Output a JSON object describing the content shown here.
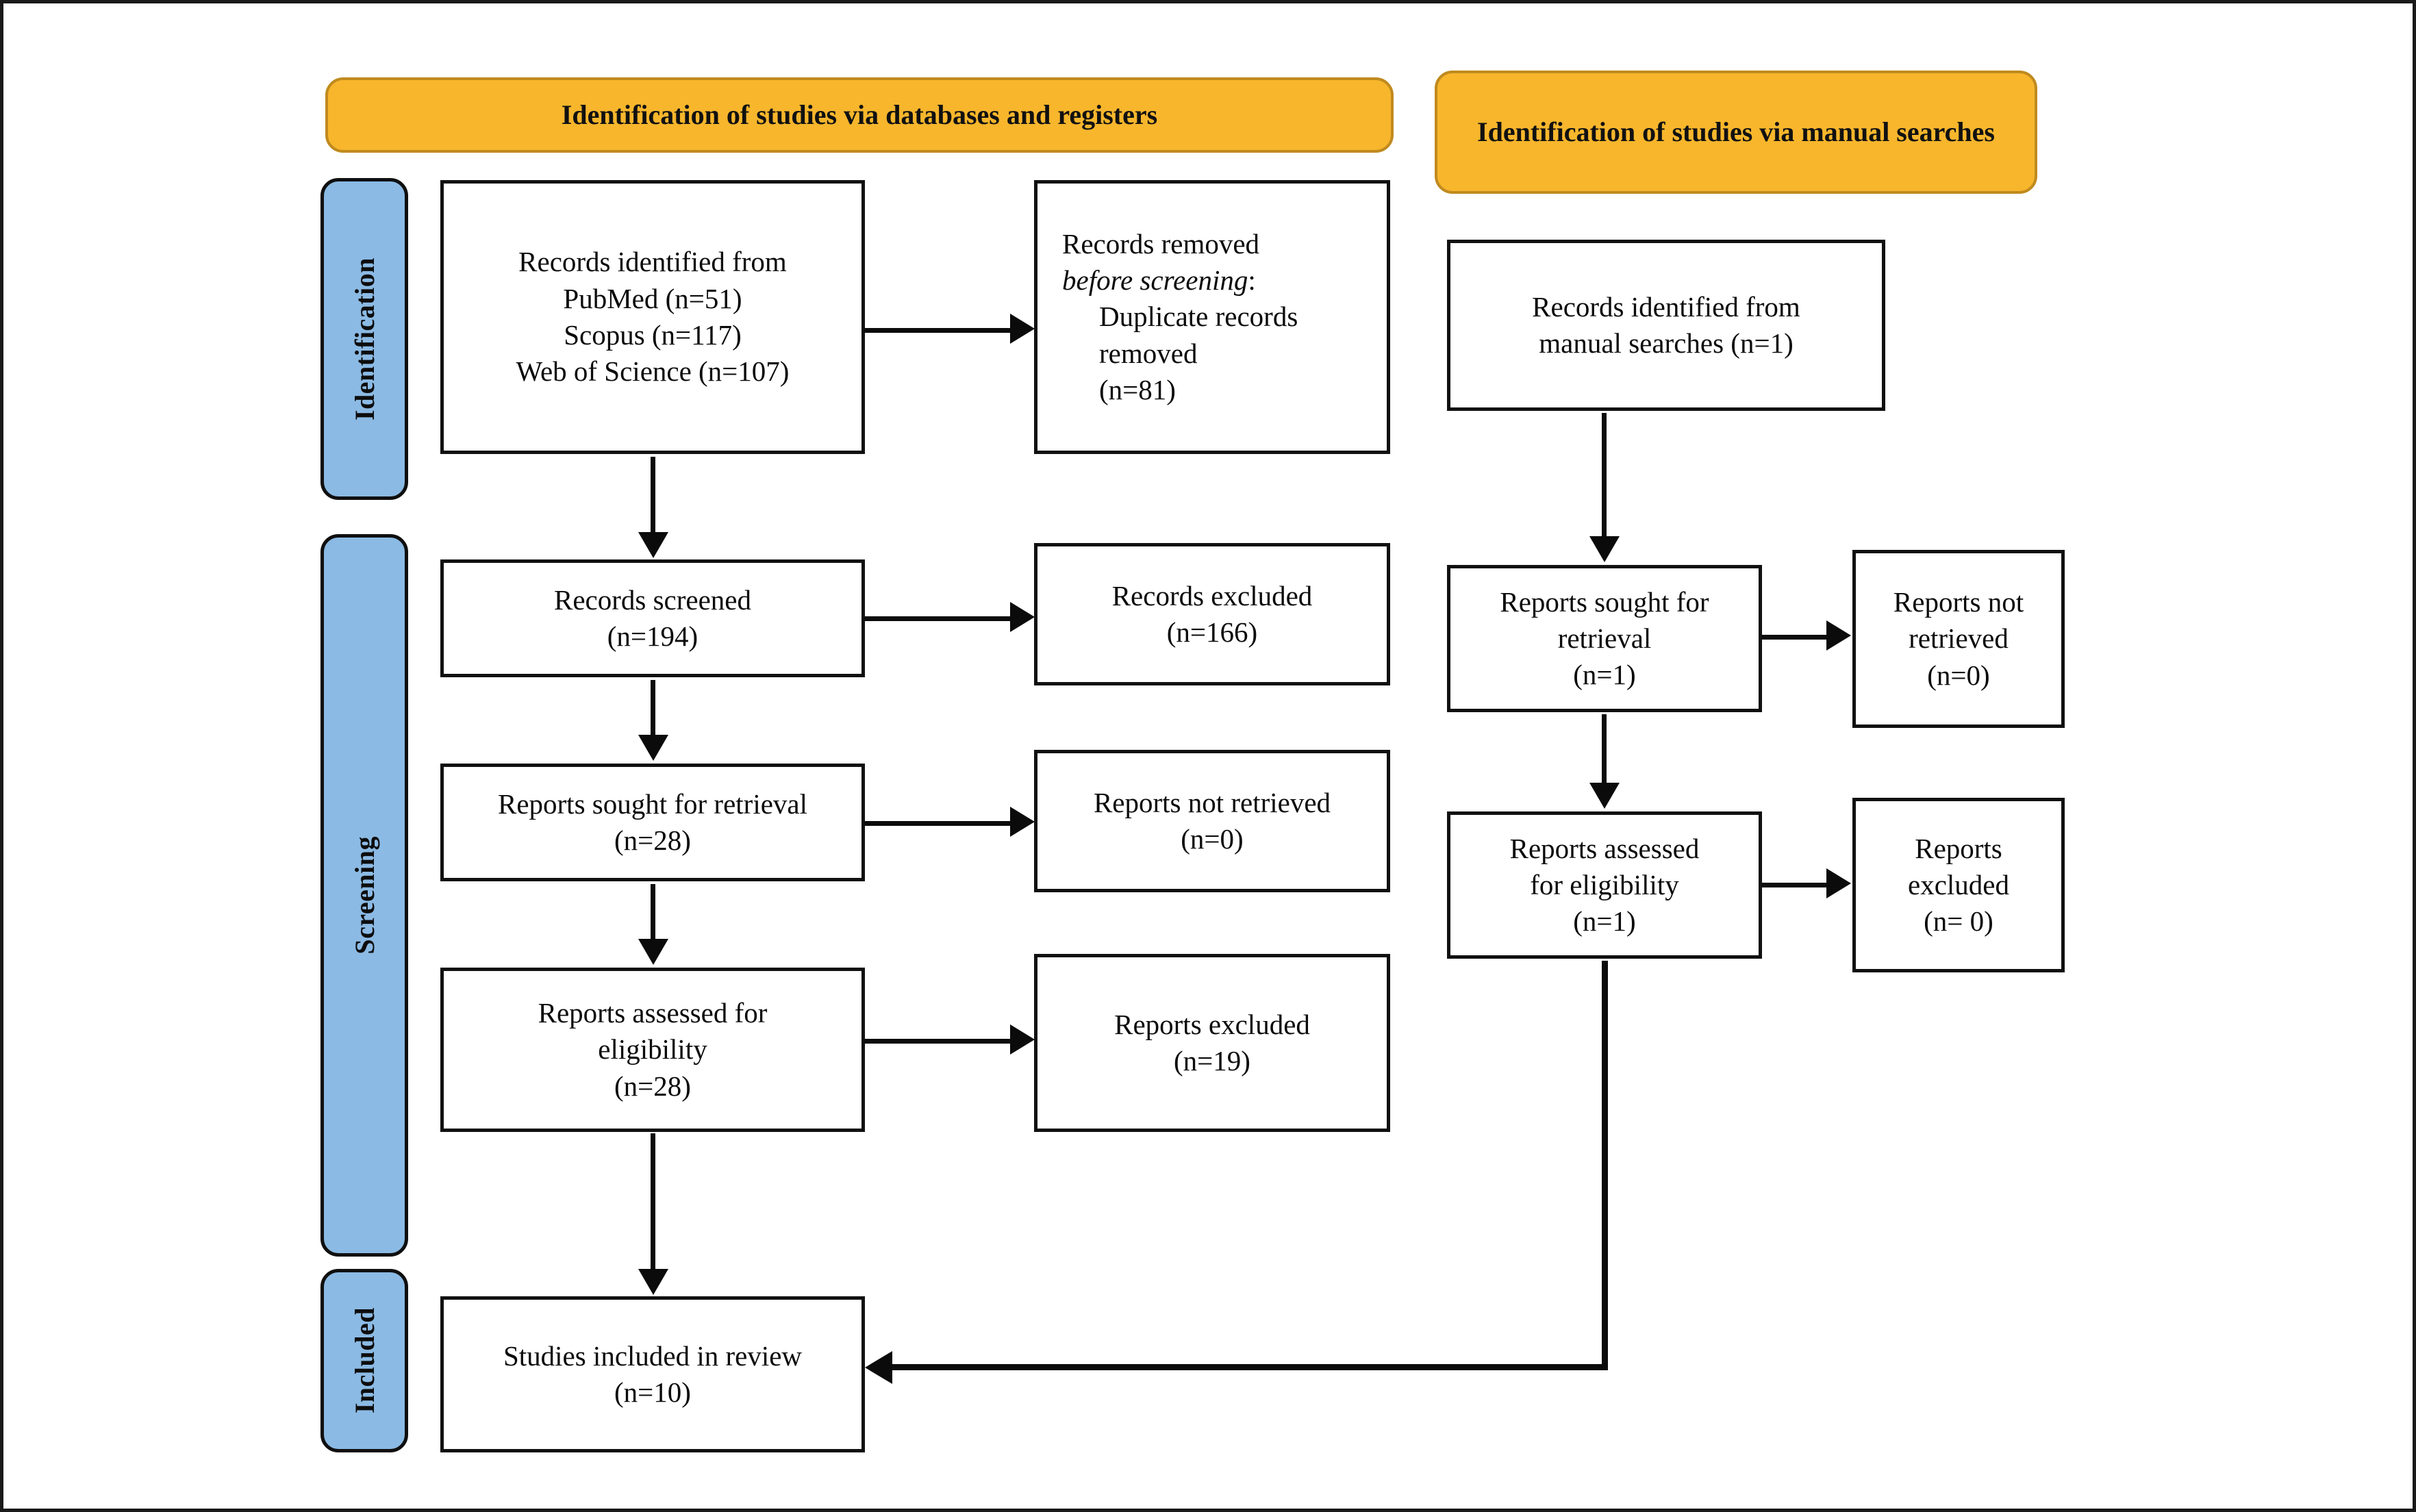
{
  "figure": {
    "type": "PRISMA flow diagram"
  },
  "banners": {
    "databases": "Identification of studies via databases and registers",
    "manual": "Identification of studies via manual searches"
  },
  "phases": {
    "identification": "Identification",
    "screening": "Screening",
    "included": "Included"
  },
  "left_column": {
    "identified": {
      "line1": "Records identified from",
      "line2": "PubMed (n=51)",
      "line3": "Scopus (n=117)",
      "line4": "Web of Science (n=107)"
    },
    "removed": {
      "line1": "Records removed",
      "line2_italic": "before screening",
      "line2_tail": ":",
      "line3": "Duplicate records",
      "line4": "removed",
      "line5": "(n=81)"
    },
    "screened": {
      "line1": "Records screened",
      "line2": "(n=194)"
    },
    "records_excluded": {
      "line1": "Records excluded",
      "line2": "(n=166)"
    },
    "sought": {
      "line1": "Reports sought for retrieval",
      "line2": "(n=28)"
    },
    "not_retrieved": {
      "line1": "Reports not retrieved",
      "line2": "(n=0)"
    },
    "assessed": {
      "line1": "Reports assessed for",
      "line2": "eligibility",
      "line3": "(n=28)"
    },
    "reports_excluded": {
      "line1": "Reports excluded",
      "line2": "(n=19)"
    },
    "included_studies": {
      "line1": "Studies included in review",
      "line2": "(n=10)"
    }
  },
  "right_column": {
    "identified": {
      "line1": "Records identified from",
      "line2": "manual searches (n=1)"
    },
    "sought": {
      "line1": "Reports sought for",
      "line2": "retrieval",
      "line3": "(n=1)"
    },
    "not_retrieved": {
      "line1": "Reports not",
      "line2": "retrieved",
      "line3": "(n=0)"
    },
    "assessed": {
      "line1": "Reports assessed",
      "line2": "for eligibility",
      "line3": "(n=1)"
    },
    "excluded": {
      "line1": "Reports",
      "line2": "excluded",
      "line3": "(n= 0)"
    }
  },
  "colors": {
    "banner_fill": "#F7B62C",
    "banner_border": "#C08A1E",
    "phase_fill": "#8BBAE4",
    "node_border": "#101010",
    "connector": "#0b0b0b"
  }
}
